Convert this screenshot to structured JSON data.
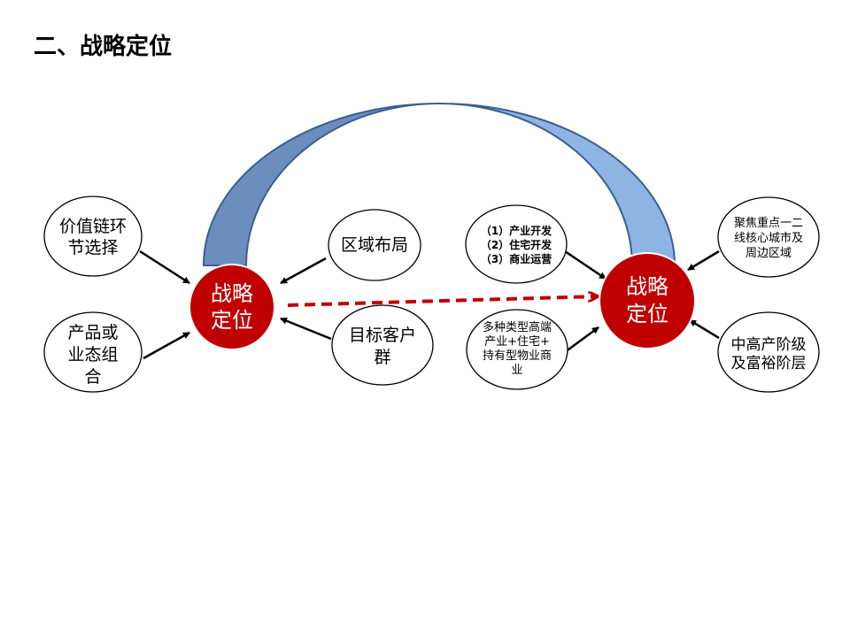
{
  "title": "二、战略定位",
  "left_center": {
    "line1": "战略",
    "line2": "定位"
  },
  "right_center": {
    "line1": "战略",
    "line2": "定位"
  },
  "left_nodes": {
    "value_chain": {
      "line1": "价值链环",
      "line2": "节选择"
    },
    "product": {
      "line1": "产品或",
      "line2": "业态组",
      "line3": "合"
    },
    "region": {
      "line1": "区域布局"
    },
    "customer": {
      "line1": "目标客户",
      "line2": "群"
    }
  },
  "right_nodes": {
    "business": {
      "line1": "（1）产业开发",
      "line2": "（2）住宅开发",
      "line3": "（3）商业运营"
    },
    "types": {
      "line1": "多种类型高端",
      "line2": "产业+住宅+",
      "line3": "持有型物业商",
      "line4": "业"
    },
    "focus": {
      "line1": "聚焦重点一二",
      "line2": "线核心城市及",
      "line3": "周边区域"
    },
    "class": {
      "line1": "中高产阶级",
      "line2": "及富裕阶层"
    }
  },
  "colors": {
    "red": "#C00000",
    "arc_left": "#6C8EBF",
    "arc_right": "#8EB4E3",
    "arc_stroke": "#3A5F8F"
  }
}
